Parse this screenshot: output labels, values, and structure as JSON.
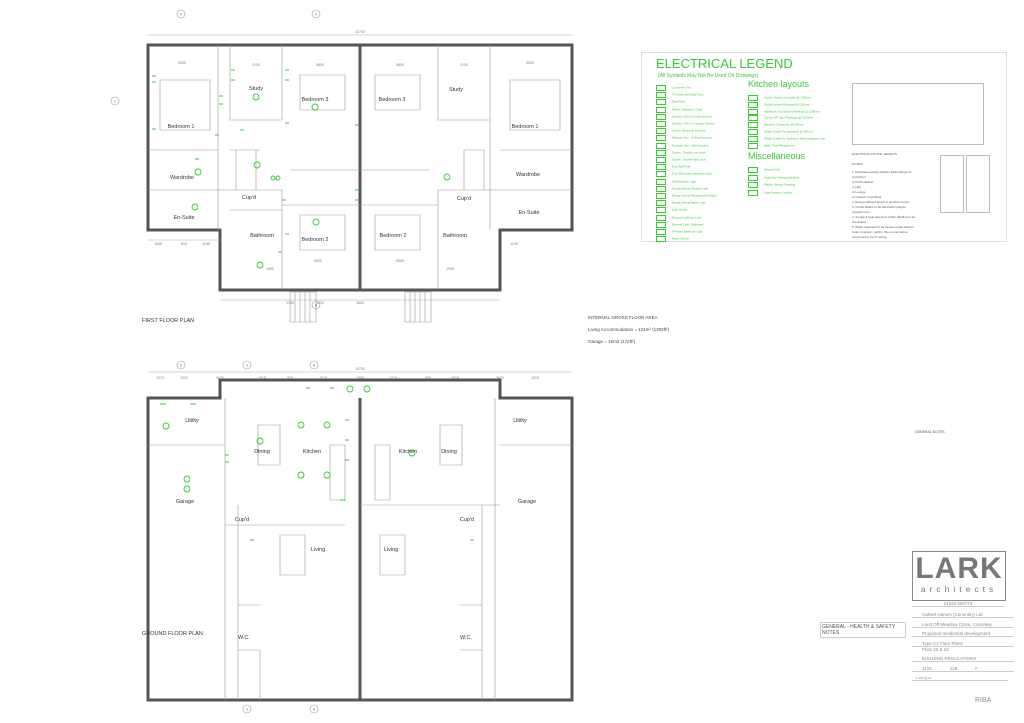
{
  "first_floor": {
    "title": "FIRST FLOOR PLAN",
    "overall_width": "11700",
    "rooms": [
      "Bedroom 1",
      "Study",
      "Bedroom 3",
      "Bedroom 3",
      "Study",
      "Bedroom 1",
      "Wardrobe",
      "Wardrobe",
      "En-Suite",
      "En-Suite",
      "Cup'd",
      "Cup'd",
      "Bathroom",
      "Bathroom",
      "Bedroom 2",
      "Bedroom 2"
    ],
    "dimensions": [
      "3000",
      "2130",
      "3600",
      "3600",
      "2130",
      "3000",
      "1545",
      "610",
      "1195",
      "1195",
      "3000",
      "3000",
      "1905",
      "1905",
      "1210",
      "1800",
      "1780"
    ]
  },
  "ground_floor": {
    "title": "GROUND FLOOR PLAN",
    "overall_width": "11700",
    "rooms": [
      "Utility",
      "Utility",
      "Dining",
      "Kitchen",
      "Kitchen",
      "Dining",
      "Garage",
      "Garage",
      "Cup'd",
      "Cup'd",
      "Living",
      "Living",
      "W.C.",
      "W.C."
    ],
    "dimensions": [
      "1270",
      "1210",
      "3470",
      "1818",
      "930",
      "1210",
      "1500",
      "1210",
      "930",
      "1818",
      "3470",
      "1210"
    ]
  },
  "gridlines": [
    "A",
    "B",
    "C",
    "D"
  ],
  "floor_area": {
    "heading": "INTERNAL GROSS FLOOR AREA",
    "living": "Living Accommodation = 121m² (1302ft²)",
    "garage": "Garage = 16m2 (172ft²)"
  },
  "legend": {
    "title": "ELECTRICAL LEGEND",
    "subtitle": "(All Symbols May Not Be Used On Drawings)",
    "items": [
      "Consumer Unit",
      "TV Outlet with Data Point",
      "Data Point",
      "Master Telephone Outlet",
      "Detector 230V Ion Heat Detector",
      "Detector 230V Ion Smoke Detector",
      "Carbon Monoxide Detector",
      "Extractor Fan - Ceiling Mounted",
      "Extractor Fan - Wall Mounted",
      "Socket - Double Low Level",
      "Socket - Double High Level",
      "Door Bell Push",
      "Door Bell (mains assisted ready)",
      "Wall Mounted Light",
      "Energy Saving Pendant Light",
      "Energy Saving Recessed Downlight",
      "Energy Saving Batten Light",
      "Light Switch",
      "External Up/Down Light",
      "External Light - Bulkhead",
      "IP Rated Bathroom Light",
      "Mains Shaver"
    ],
    "kitchen_heading": "Kitchen layouts",
    "kitchen_items": [
      "Cooker Switch c/w socket @ 1200mm",
      "Double socket (Worktop) @ 1200mm",
      "Appliance Grid Switch (Worktop) @ 1200mm",
      "13Amp S/P Spur (Worktop) @ 1200mm",
      "Extractor Connection @ 900mm",
      "Single Socket For Appliance @ 900mm",
      "Single Socket For Appliance Within Adjacent Unit",
      "Boiler Timer/Programmer"
    ],
    "misc_heading": "Miscellaneous",
    "misc_items": [
      "External Tap",
      "Underfloor Heating Manifold",
      "Electric Vehicle Charging",
      "Solar Inverter / Isolator"
    ],
    "heights_heading": "ELECTRICAL FITTING HEIGHTS",
    "notes_heading": "NOTES:",
    "notes": [
      "1. Dedicated energy efficient lights fittings to:-",
      "a) Kitchen",
      "b) Kitchen/Diner",
      "c) Hall",
      "d) Lounge",
      "e) Outdoor Front/Rear",
      "2. Energy efficient lamps to all other rooms.",
      "3. Combi boilers to be fitted with integral programmers.",
      "4. Smoke & heat detectors within dwelling to be interlinked.",
      "5. Water treatment to be located under kitchen sinks, however, confirm this on site before commencing 1st fix wiring."
    ]
  },
  "general_notes": {
    "heading": "GENERAL NOTES"
  },
  "health_safety": {
    "heading": "GENERAL  -  HEALTH & SAFETY NOTES"
  },
  "title_block": {
    "logo_top": "LARK",
    "logo_bottom": "architects",
    "phone": "01332 000773",
    "client": "Calvert Homes (Cononley) Ltd",
    "project": "Land Off Meadow Close, Cononley",
    "project_line2": "Proposed residential development",
    "drawing": "Type C2 Floor Plans",
    "drawing_line2": "Plots 23 & 24",
    "status": "BUILDING REGULATIONS",
    "job_no": "1122",
    "drawing_no": "128",
    "revision": "F",
    "scale": "1:100 @ A1",
    "riba": "RIBA"
  },
  "colors": {
    "electrical": "#33cc33",
    "walls": "#555555",
    "logo": "#777777"
  }
}
